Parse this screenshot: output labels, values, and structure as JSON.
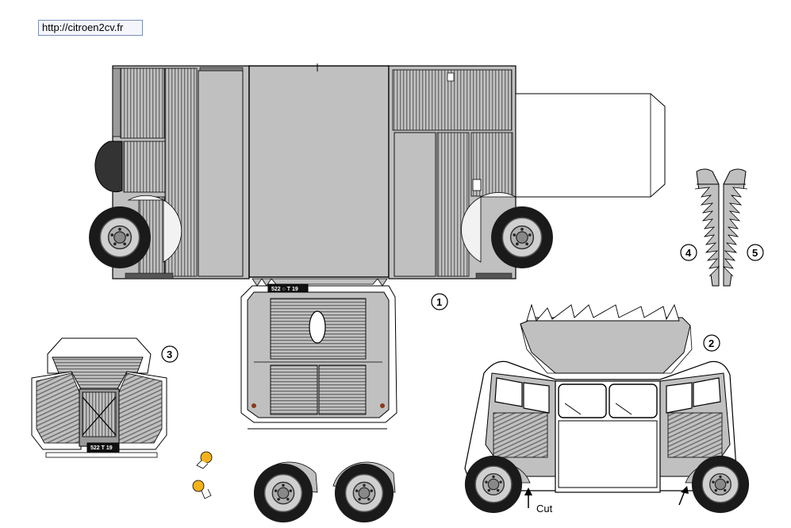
{
  "link": {
    "url": "http://citroen2cv.fr"
  },
  "part_numbers": {
    "n1": "1",
    "n2": "2",
    "n3": "3",
    "n4": "4",
    "n5": "5"
  },
  "license_plates": {
    "rear_top": "522 ○ T 19",
    "front": "522 T 19"
  },
  "labels": {
    "cut": "Cut"
  },
  "colors": {
    "body_grey": "#c0c0c0",
    "dark_grey": "#808080",
    "outline": "#000000",
    "tire": "#1a1a1a",
    "indicator": "#f3b21a"
  }
}
